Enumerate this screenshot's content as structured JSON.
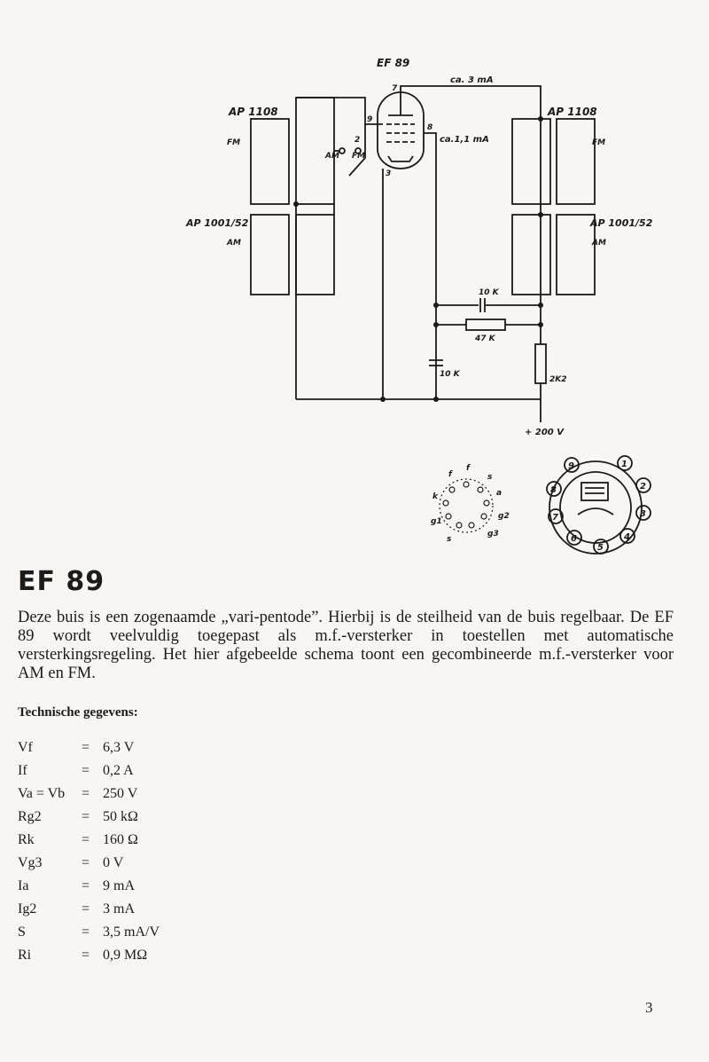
{
  "schematic": {
    "tube_label": "EF 89",
    "current_anode": "ca. 3 mA",
    "current_g2": "ca.1,1 mA",
    "left_top_transformer": "AP 1108",
    "left_top_band": "FM",
    "left_bottom_transformer": "AP 1001/52",
    "left_bottom_band": "AM",
    "right_top_transformer": "AP 1108",
    "right_top_band": "FM",
    "right_bottom_transformer": "AP 1001/52",
    "right_bottom_band": "AM",
    "switch_am": "AM",
    "switch_fm": "FM",
    "pin_7": "7",
    "pin_9": "9",
    "pin_2": "2",
    "pin_8": "8",
    "pin_3": "3",
    "cap_10k_top": "10 K",
    "res_47k": "47 K",
    "cap_10k_bottom": "10 K",
    "res_2k2": "2K2",
    "supply": "+ 200 V"
  },
  "pinout": {
    "labels": [
      "f",
      "f",
      "s",
      "k",
      "a",
      "g1",
      "g2",
      "s",
      "g3"
    ],
    "numbers": [
      "1",
      "2",
      "3",
      "4",
      "5",
      "6",
      "7",
      "8",
      "9"
    ]
  },
  "title": "EF 89",
  "description": "Deze buis is een zogenaamde „vari-pentode”. Hierbij is de steilheid van de buis regelbaar. De EF 89 wordt veelvuldig toegepast als m.f.-versterker in toestellen met automatische versterkingsregeling. Het hier afgebeelde schema toont een gecombineerde m.f.-versterker voor AM en FM.",
  "tech_heading": "Technische gegevens:",
  "specs": [
    {
      "symbol": "Vf",
      "value": "6,3 V"
    },
    {
      "symbol": "If",
      "value": "0,2 A"
    },
    {
      "symbol": "Va = Vb",
      "value": "250 V"
    },
    {
      "symbol": "Rg2",
      "value": "50 kΩ"
    },
    {
      "symbol": "Rk",
      "value": "160 Ω"
    },
    {
      "symbol": "Vg3",
      "value": "0 V"
    },
    {
      "symbol": "Ia",
      "value": "9 mA"
    },
    {
      "symbol": "Ig2",
      "value": "3 mA"
    },
    {
      "symbol": "S",
      "value": "3,5 mA/V"
    },
    {
      "symbol": "Ri",
      "value": "0,9 MΩ"
    }
  ],
  "page_number": "3"
}
